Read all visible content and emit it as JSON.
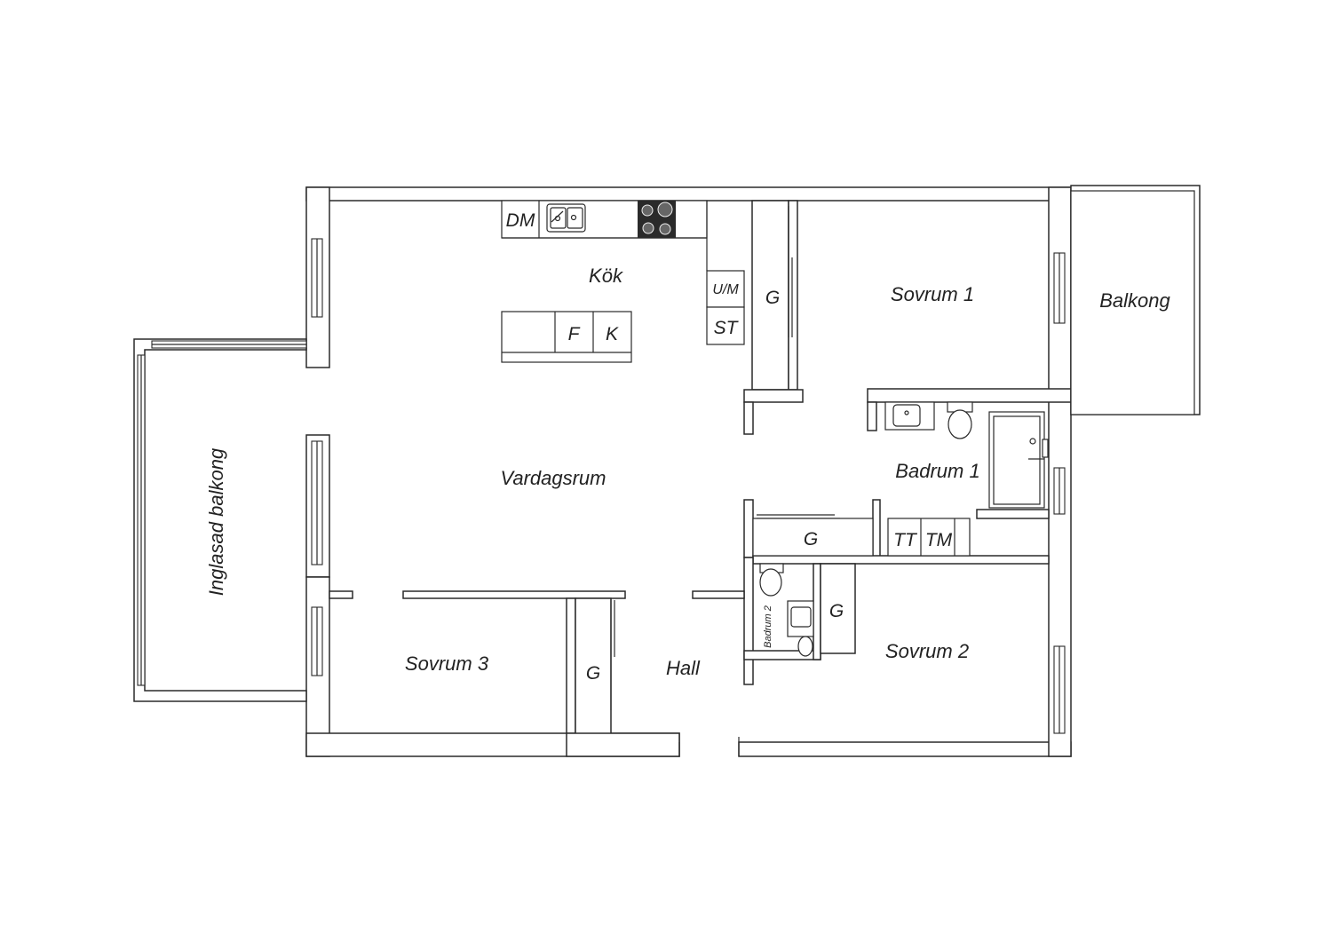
{
  "floorplan": {
    "rooms": {
      "kitchen": "Kök",
      "living_room": "Vardagsrum",
      "bedroom_1": "Sovrum 1",
      "bedroom_2": "Sovrum 2",
      "bedroom_3": "Sovrum 3",
      "bathroom_1": "Badrum 1",
      "bathroom_2": "Badrum 2",
      "hall": "Hall",
      "balcony": "Balkong",
      "glazed_balcony": "Inglasad balkong"
    },
    "fixtures": {
      "dishwasher": "DM",
      "fridge": "K",
      "freezer": "F",
      "microwave_oven": "U/M",
      "storage_cabinet": "ST",
      "tumble_dryer": "TT",
      "washing_machine": "TM",
      "wardrobe": "G"
    }
  }
}
